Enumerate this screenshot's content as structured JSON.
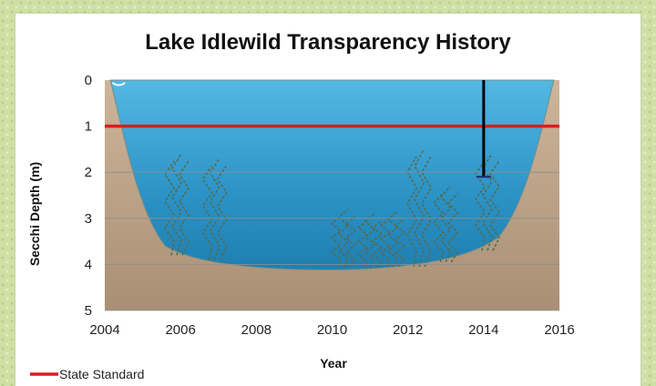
{
  "chart_data": {
    "type": "line",
    "title": "Lake Idlewild Transparency History",
    "xlabel": "Year",
    "ylabel": "Secchi Depth (m)",
    "xlim": [
      2004,
      2016
    ],
    "ylim": [
      0,
      5
    ],
    "y_inverted": true,
    "x_ticks": [
      2004,
      2006,
      2008,
      2010,
      2012,
      2014,
      2016
    ],
    "y_ticks": [
      0,
      1,
      2,
      3,
      4,
      5
    ],
    "grid": true,
    "legend_position": "bottom-left",
    "series": [
      {
        "name": "State Standard",
        "type": "line",
        "color": "#e01b1b",
        "x": [
          2004,
          2016
        ],
        "y": [
          1,
          1
        ]
      },
      {
        "name": "",
        "type": "bar",
        "color": "#000000",
        "x": [
          2014
        ],
        "y": [
          2.1
        ]
      }
    ],
    "background_illustration": {
      "description_free": true,
      "water_color": "#2b9bd0",
      "sediment_color": "#c2a98f"
    }
  }
}
